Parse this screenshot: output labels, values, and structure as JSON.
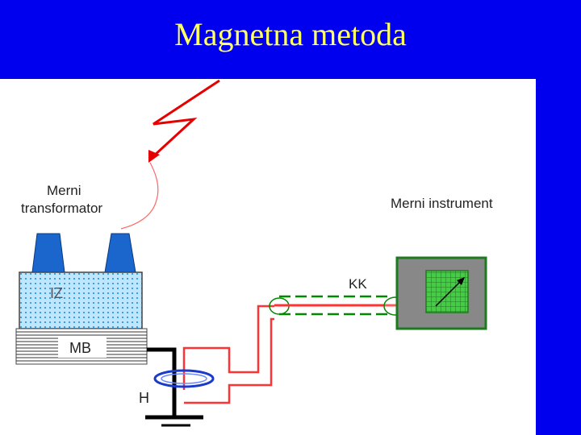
{
  "slide": {
    "title": "Magnetna metoda"
  },
  "diagram": {
    "labels": {
      "transformer": [
        "Merni",
        "transformator"
      ],
      "instrument": "Merni instrument",
      "cable": "KK",
      "insulation": "IZ",
      "tank": "MB",
      "ground": "H"
    },
    "colors": {
      "background": "#0000ee",
      "title_text": "#ffff66",
      "signal": "#ff3333",
      "cable_shield": "#008800",
      "instrument_case": "#888888",
      "screen": "#44cc44",
      "bushing": "#1a66cc",
      "insulation_fill": "#bfe6ff"
    }
  }
}
